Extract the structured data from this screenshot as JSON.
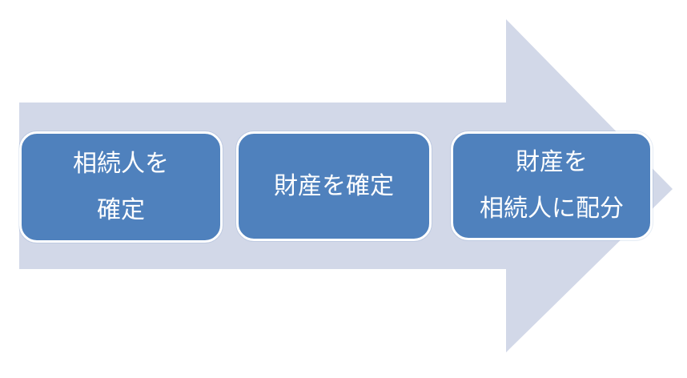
{
  "colors": {
    "arrow_fill": "#d2d8e8",
    "step_fill": "#4f81bd",
    "step_border": "#ffffff",
    "step_text": "#ffffff"
  },
  "steps": [
    {
      "label": "相続人を\n確定"
    },
    {
      "label": "財産を確定"
    },
    {
      "label": "財産を\n相続人に配分"
    }
  ]
}
